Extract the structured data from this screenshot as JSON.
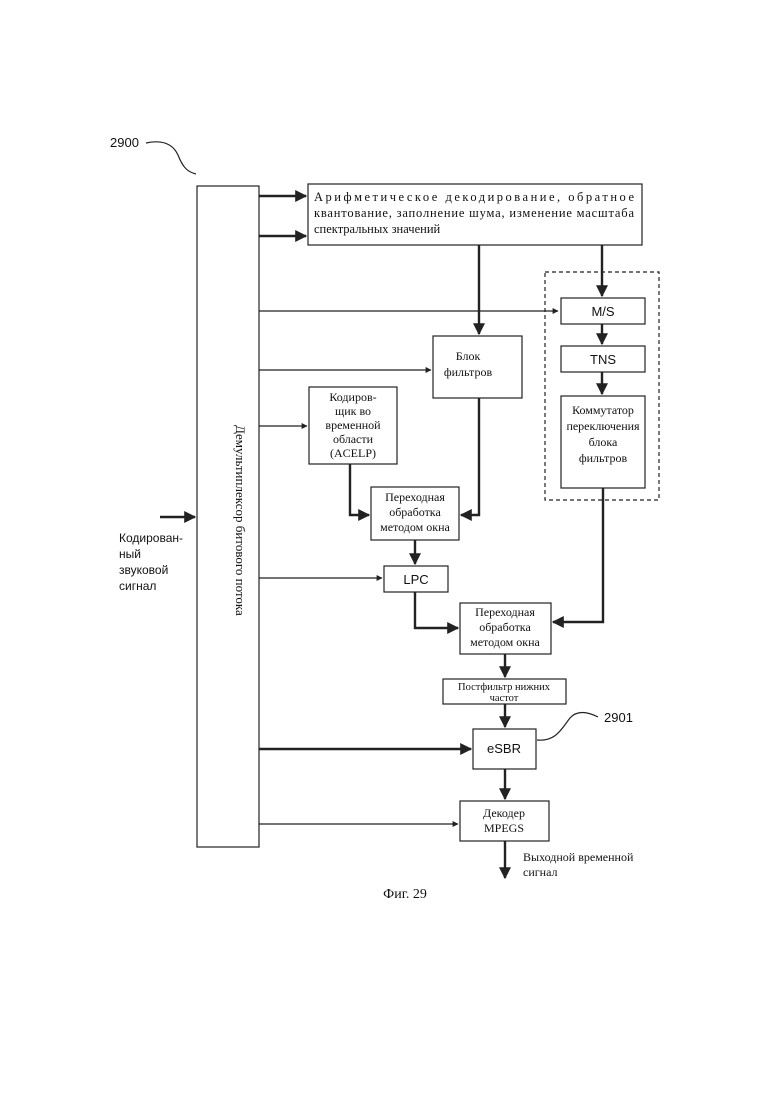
{
  "ref_2900": "2900",
  "ref_2901": "2901",
  "demux_label": "Демультиплексор битового потока",
  "input_label": [
    "Кодирован-",
    "ный",
    "звуковой",
    "сигнал"
  ],
  "arith_block": [
    "Арифметическое      декодирование,       обратное",
    "квантование, заполнение шума, изменение масштаба",
    "спектральных значений"
  ],
  "ms_block": "M/S",
  "tns_block": "TNS",
  "filterbank_switch_block": [
    "Коммутатор",
    "переключения",
    "блока",
    "фильтров"
  ],
  "filterbank_block": [
    "Блок",
    "фильтров"
  ],
  "acelp_block": [
    "Кодиров-",
    "щик во",
    "временной",
    "области",
    "(ACELP)"
  ],
  "transition1_block": [
    "Переходная",
    "обработка",
    "методом окна"
  ],
  "lpc_block": "LPC",
  "transition2_block": [
    "Переходная",
    "обработка",
    "методом окна"
  ],
  "postfilter_block": [
    "Постфильтр нижних",
    "частот"
  ],
  "esbr_block": "eSBR",
  "mpegs_block": [
    "Декодер",
    "MPEGS"
  ],
  "output_label": [
    "Выходной временной",
    "сигнал"
  ],
  "caption": "Фиг. 29"
}
